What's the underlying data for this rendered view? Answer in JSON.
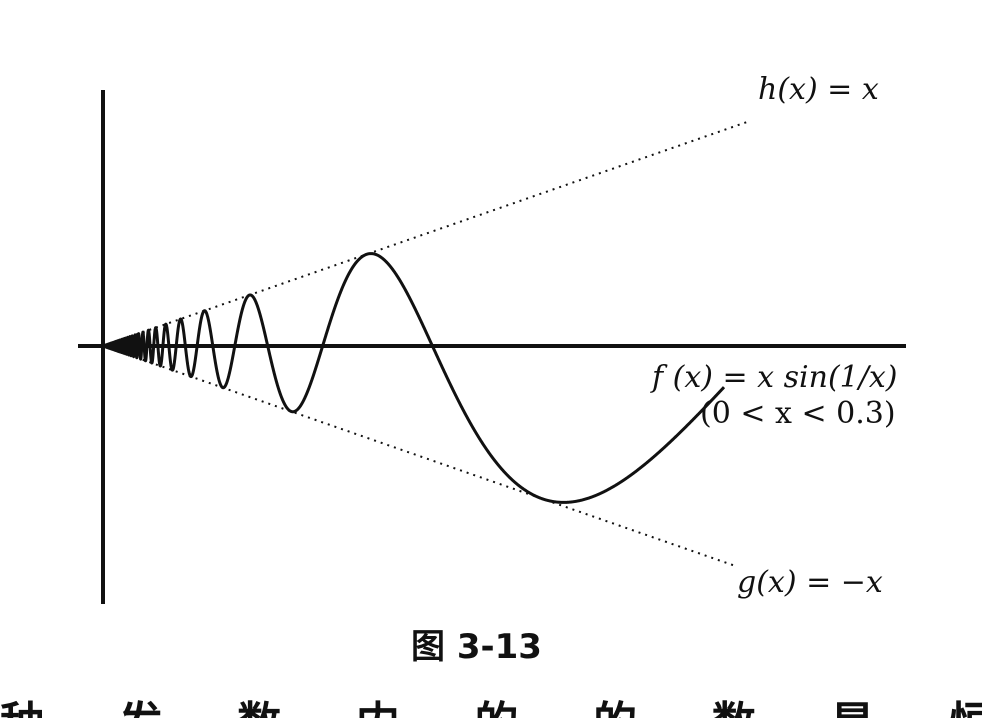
{
  "chart_data": {
    "type": "line",
    "title": "",
    "xlabel": "",
    "ylabel": "",
    "x_domain": [
      0,
      0.3
    ],
    "series": [
      {
        "name": "f (x) = x sin(1/x)",
        "label": "f (x) = x sin(1/x)",
        "domain_label": "(0 < x < 0.3)",
        "expression": "x*sin(1/x)",
        "style": "solid"
      },
      {
        "name": "h(x) = x",
        "label": "h(x) = x",
        "expression": "x",
        "style": "dotted"
      },
      {
        "name": "g(x) = −x",
        "label": "g(x) = −x",
        "expression": "-x",
        "style": "dotted"
      }
    ],
    "grid": false,
    "legend": "none"
  },
  "figure": {
    "caption": "图 3-13",
    "bottom_text": "种 … 发 … 数 … 内 … 的 … 的 … 数 … 是 … 恒"
  },
  "colors": {
    "ink": "#111111",
    "background": "#ffffff"
  }
}
